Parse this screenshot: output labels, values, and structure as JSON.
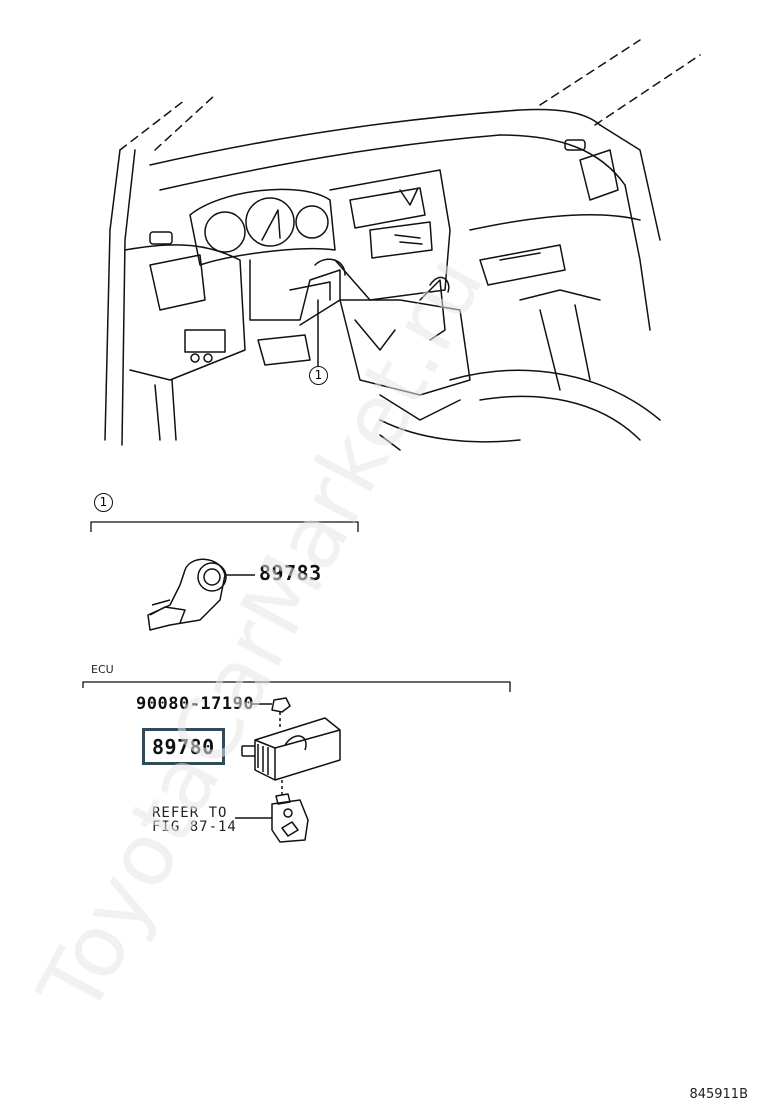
{
  "callouts": {
    "dash_item": "1",
    "section_item": "1"
  },
  "section_ecu": {
    "heading": "ECU"
  },
  "parts": {
    "sensor": {
      "number": "89783"
    },
    "bolt": {
      "number": "90080-17190"
    },
    "ecu": {
      "number": "89780"
    },
    "reference": {
      "line1": "REFER TO",
      "line2": "FIG 87-14"
    }
  },
  "watermark": {
    "text": "ToyotaCarMarket.ru"
  },
  "document": {
    "id": "845911B"
  },
  "colors": {
    "highlight_border": "#2f4a58",
    "line": "#111111",
    "watermark": "#e6e6e6"
  }
}
